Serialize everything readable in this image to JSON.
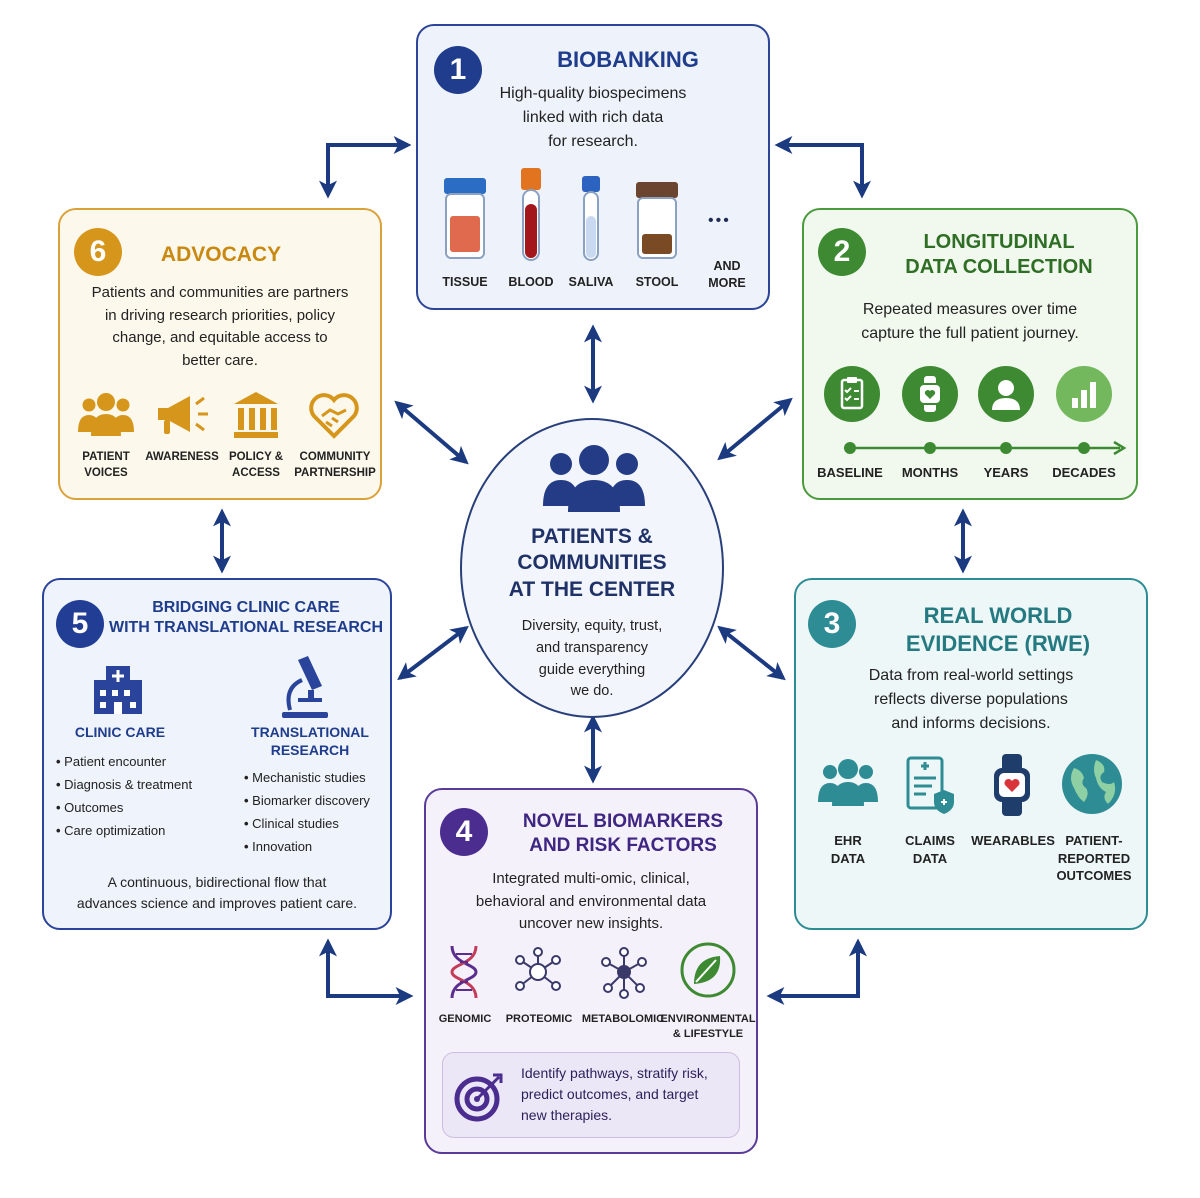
{
  "center": {
    "title_lines": [
      "PATIENTS &",
      "COMMUNITIES",
      "AT THE CENTER"
    ],
    "desc_lines": [
      "Diversity, equity, trust,",
      "and transparency",
      "guide everything",
      "we do."
    ],
    "icon": "people-group-icon"
  },
  "colors": {
    "navy": "#1f3d8c",
    "arrow": "#1c3a80",
    "biobanking": "#2a3f96",
    "longitudinal": "#3e8a32",
    "rwe": "#2e8c94",
    "biomarkers": "#4b2d8f",
    "bridging": "#223d94",
    "advocacy": "#d6961b"
  },
  "boxes": {
    "biobanking": {
      "number": "1",
      "title": "BIOBANKING",
      "desc_lines": [
        "High-quality biospecimens",
        "linked with rich data",
        "for research."
      ],
      "items": [
        {
          "label": "TISSUE",
          "icon": "tissue-jar-icon"
        },
        {
          "label": "BLOOD",
          "icon": "blood-tube-icon"
        },
        {
          "label": "SALIVA",
          "icon": "saliva-tube-icon"
        },
        {
          "label": "STOOL",
          "icon": "stool-container-icon"
        },
        {
          "label": "AND MORE",
          "icon": "ellipsis-icon",
          "glyph": "•••"
        }
      ]
    },
    "longitudinal": {
      "number": "2",
      "title_lines": [
        "LONGITUDINAL",
        "DATA COLLECTION"
      ],
      "desc_lines": [
        "Repeated measures over time",
        "capture the full patient journey."
      ],
      "icons": [
        "clipboard-checklist-icon",
        "smartwatch-icon",
        "person-icon",
        "bar-chart-icon"
      ],
      "timeline": [
        "BASELINE",
        "MONTHS",
        "YEARS",
        "DECADES"
      ]
    },
    "rwe": {
      "number": "3",
      "title_lines": [
        "REAL WORLD",
        "EVIDENCE (RWE)"
      ],
      "desc_lines": [
        "Data from real-world settings",
        "reflects diverse populations",
        "and informs decisions."
      ],
      "items": [
        {
          "label_lines": [
            "EHR",
            "DATA"
          ],
          "icon": "people-group-icon"
        },
        {
          "label_lines": [
            "CLAIMS",
            "DATA"
          ],
          "icon": "claims-document-icon"
        },
        {
          "label_lines": [
            "WEARABLES"
          ],
          "icon": "wearable-watch-icon"
        },
        {
          "label_lines": [
            "PATIENT-",
            "REPORTED",
            "OUTCOMES"
          ],
          "icon": "globe-icon"
        }
      ]
    },
    "biomarkers": {
      "number": "4",
      "title_lines": [
        "NOVEL BIOMARKERS",
        "AND RISK FACTORS"
      ],
      "desc_lines": [
        "Integrated multi-omic, clinical,",
        "behavioral and environmental data",
        "uncover new insights."
      ],
      "items": [
        {
          "label_lines": [
            "GENOMIC"
          ],
          "icon": "dna-icon"
        },
        {
          "label_lines": [
            "PROTEOMIC"
          ],
          "icon": "protein-network-icon"
        },
        {
          "label_lines": [
            "METABOLOMIC"
          ],
          "icon": "metabolite-network-icon"
        },
        {
          "label_lines": [
            "ENVIRONMENTAL",
            "& LIFESTYLE"
          ],
          "icon": "leaf-icon"
        }
      ],
      "callout_lines": [
        "Identify pathways, stratify risk,",
        "predict outcomes, and target",
        "new therapies."
      ],
      "callout_icon": "target-icon"
    },
    "bridging": {
      "number": "5",
      "title_lines": [
        "BRIDGING CLINIC CARE",
        "WITH TRANSLATIONAL RESEARCH"
      ],
      "clinic": {
        "title": "CLINIC CARE",
        "icon": "hospital-icon",
        "items": [
          "Patient encounter",
          "Diagnosis & treatment",
          "Outcomes",
          "Care optimization"
        ]
      },
      "translational": {
        "title_lines": [
          "TRANSLATIONAL",
          "RESEARCH"
        ],
        "icon": "microscope-icon",
        "items": [
          "Mechanistic studies",
          "Biomarker discovery",
          "Clinical studies",
          "Innovation"
        ]
      },
      "footer_lines": [
        "A continuous, bidirectional flow that",
        "advances science and improves patient care."
      ]
    },
    "advocacy": {
      "number": "6",
      "title": "ADVOCACY",
      "desc_lines": [
        "Patients and communities are partners",
        "in driving research priorities, policy",
        "change, and equitable access to",
        "better care."
      ],
      "items": [
        {
          "label_lines": [
            "PATIENT",
            "VOICES"
          ],
          "icon": "people-group-icon"
        },
        {
          "label_lines": [
            "AWARENESS"
          ],
          "icon": "megaphone-icon"
        },
        {
          "label_lines": [
            "POLICY &",
            "ACCESS"
          ],
          "icon": "government-building-icon"
        },
        {
          "label_lines": [
            "COMMUNITY",
            "PARTNERSHIP"
          ],
          "icon": "heart-handshake-icon"
        }
      ]
    }
  }
}
